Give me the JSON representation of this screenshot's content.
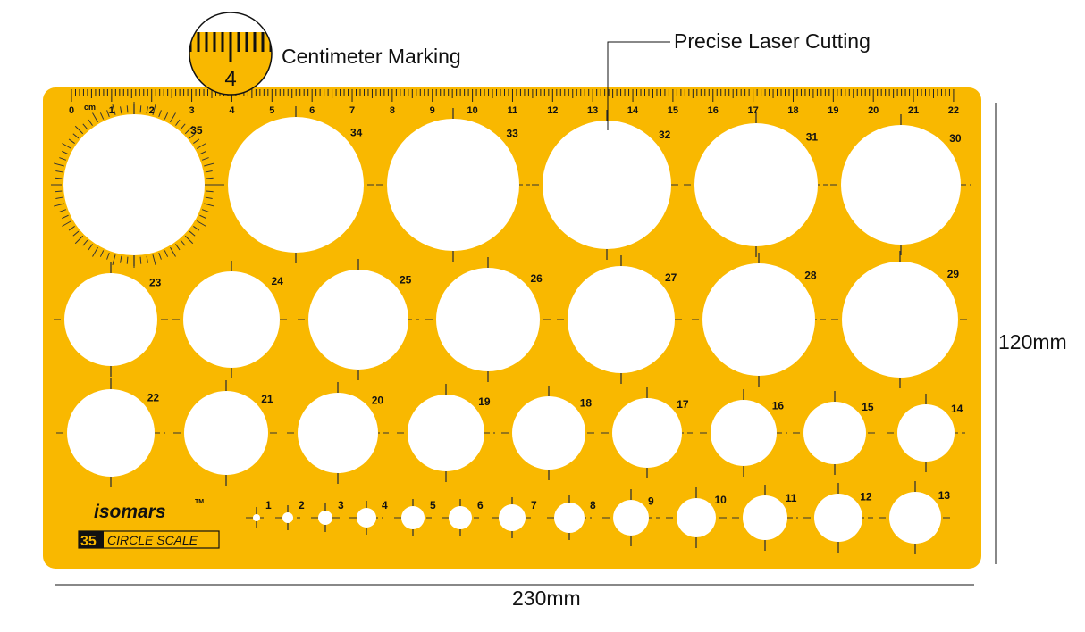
{
  "product": {
    "brand": "isomars",
    "trademark": "TM",
    "badge_number": "35",
    "badge_text": "CIRCLE SCALE",
    "plate_color": "#F9B800",
    "ruler_unit": "cm",
    "ruler_labels": [
      "0",
      "1",
      "2",
      "3",
      "4",
      "5",
      "6",
      "7",
      "8",
      "9",
      "10",
      "11",
      "12",
      "13",
      "14",
      "15",
      "16",
      "17",
      "18",
      "19",
      "20",
      "21",
      "22"
    ],
    "circle_labels": [
      "1",
      "2",
      "3",
      "4",
      "5",
      "6",
      "7",
      "8",
      "9",
      "10",
      "11",
      "12",
      "13",
      "14",
      "15",
      "16",
      "17",
      "18",
      "19",
      "20",
      "21",
      "22",
      "23",
      "24",
      "25",
      "26",
      "27",
      "28",
      "29",
      "30",
      "31",
      "32",
      "33",
      "34",
      "35"
    ]
  },
  "annotations": {
    "magnifier_label": "4",
    "centimeter_marking": "Centimeter Marking",
    "laser_cutting": "Precise Laser Cutting",
    "height": "120mm",
    "width": "230mm"
  }
}
